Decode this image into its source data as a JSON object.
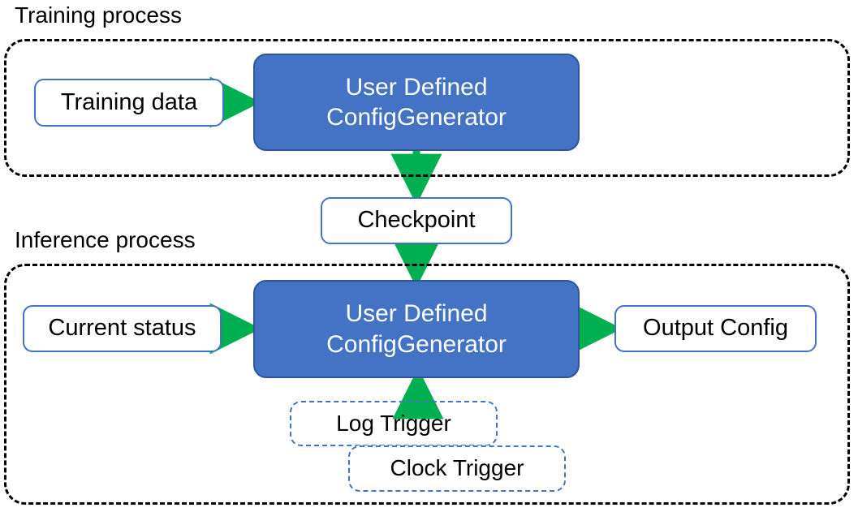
{
  "diagram": {
    "title_training": "Training process",
    "title_inference": "Inference process",
    "colors": {
      "process_fill": "#4472C4",
      "process_border": "#2F5597",
      "node_border": "#4472C4",
      "arrow": "#00B050",
      "group_border": "#000000",
      "trigger_border": "#4472C4",
      "text_dark": "#000000",
      "text_light": "#FFFFFF",
      "background": "#FFFFFF"
    }
  },
  "training": {
    "label": "Training process",
    "nodes": {
      "training_data": "Training data",
      "generator_line1": "User Defined",
      "generator_line2": "ConfigGenerator"
    }
  },
  "bridge": {
    "checkpoint": "Checkpoint"
  },
  "inference": {
    "label": "Inference process",
    "nodes": {
      "current_status": "Current status",
      "generator_line1": "User Defined",
      "generator_line2": "ConfigGenerator",
      "output_config": "Output Config",
      "log_trigger": "Log Trigger",
      "clock_trigger": "Clock Trigger"
    }
  },
  "arrows": [
    {
      "name": "training-data-to-generator",
      "direction": "right"
    },
    {
      "name": "generator-to-checkpoint",
      "direction": "down"
    },
    {
      "name": "checkpoint-to-inference-generator",
      "direction": "down"
    },
    {
      "name": "current-status-to-generator",
      "direction": "right"
    },
    {
      "name": "generator-to-output-config",
      "direction": "right"
    },
    {
      "name": "triggers-to-generator",
      "direction": "up"
    }
  ]
}
